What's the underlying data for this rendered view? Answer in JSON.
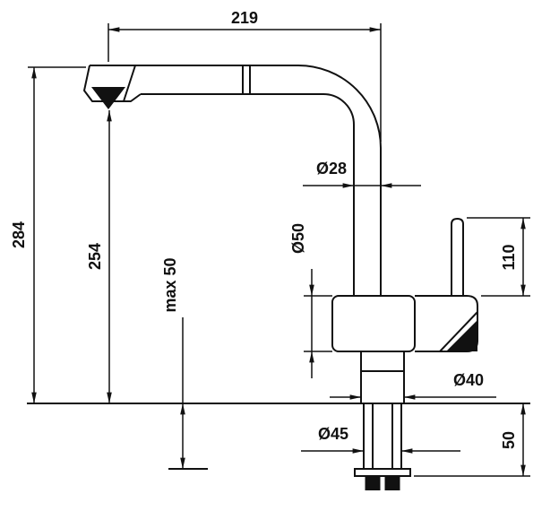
{
  "drawing": {
    "colors": {
      "line": "#111111",
      "background": "#ffffff"
    },
    "dims": {
      "spout_reach": "219",
      "overall_height": "284",
      "spout_height": "254",
      "max_counter_thickness": "max 50",
      "riser_diameter": "Ø28",
      "body_diameter": "Ø50",
      "lever_height": "110",
      "base_diameter": "Ø40",
      "shank_diameter": "Ø45",
      "below_counter_depth": "50"
    }
  }
}
